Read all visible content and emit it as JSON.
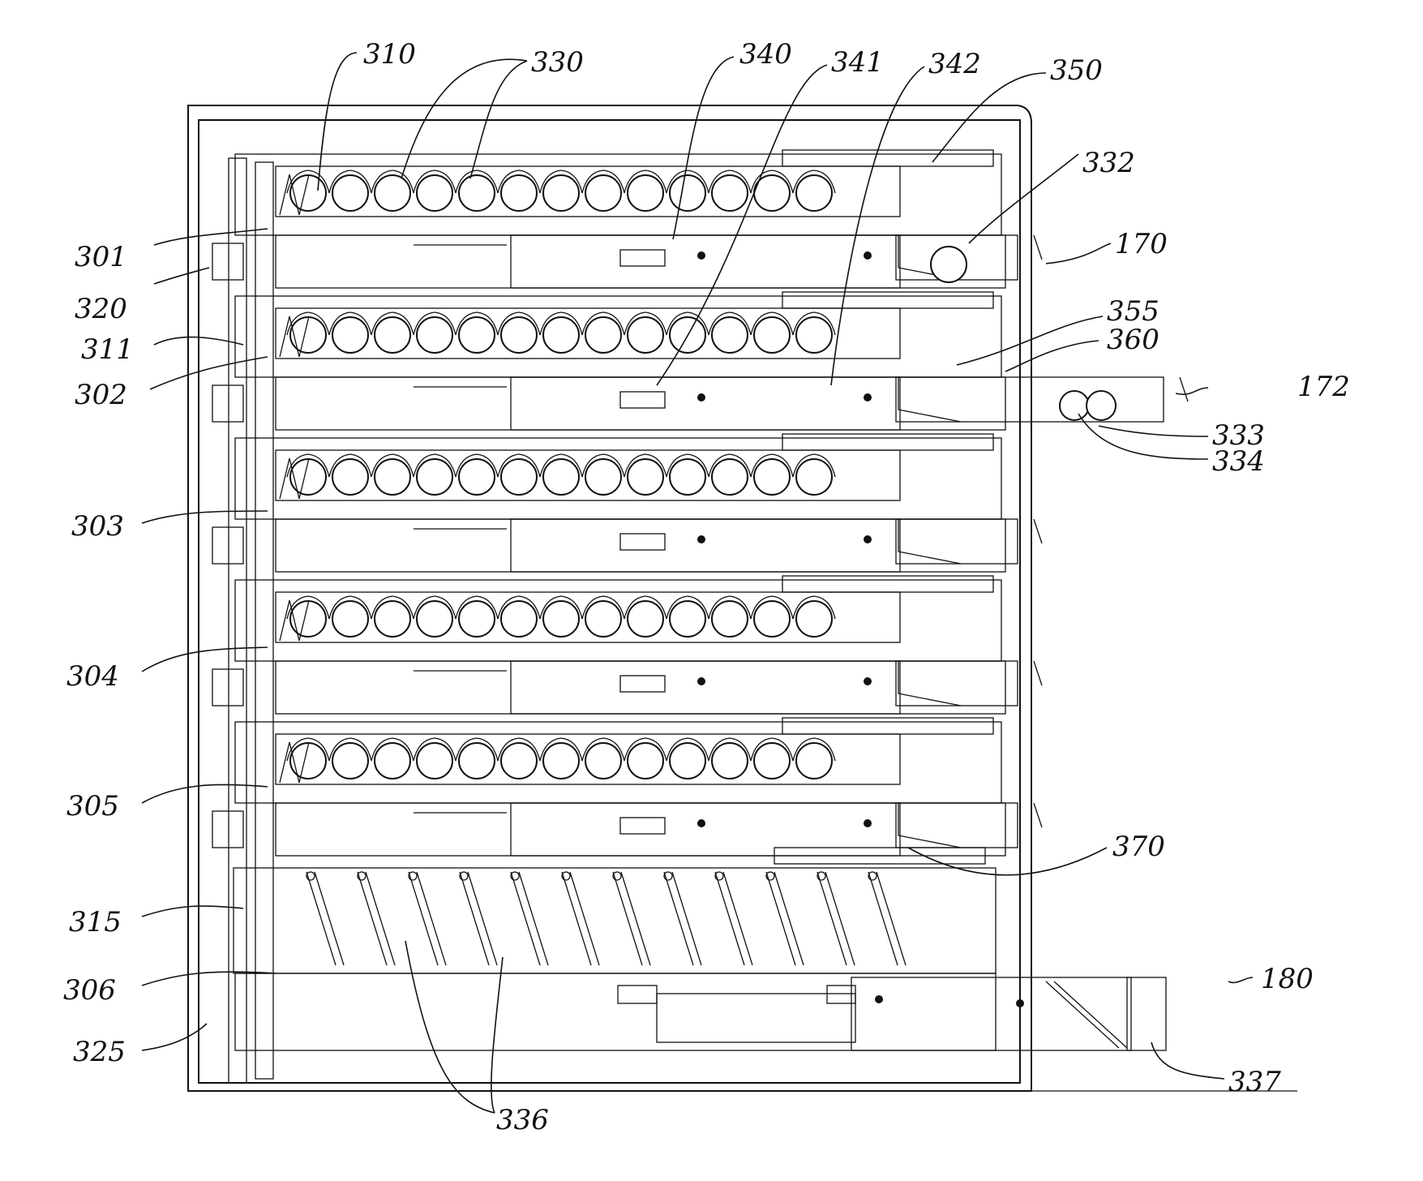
{
  "figure": {
    "shelf_count": 5,
    "balls_per_row": 13,
    "spirals": 12,
    "labels": {
      "l310": "310",
      "l330": "330",
      "l340": "340",
      "l341": "341",
      "l342": "342",
      "l350": "350",
      "l332": "332",
      "l170": "170",
      "l301": "301",
      "l320": "320",
      "l311": "311",
      "l302": "302",
      "l355": "355",
      "l360": "360",
      "l172": "172",
      "l333": "333",
      "l334": "334",
      "l303": "303",
      "l304": "304",
      "l305": "305",
      "l370": "370",
      "l315": "315",
      "l306": "306",
      "l325": "325",
      "l180": "180",
      "l337": "337",
      "l336": "336"
    }
  }
}
